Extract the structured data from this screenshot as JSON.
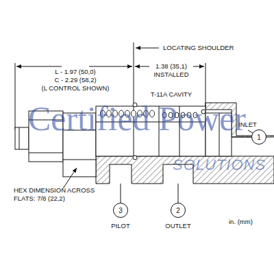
{
  "diagram": {
    "nodes": [
      {
        "text": [
          "1"
        ]
      },
      {
        "text": [
          "3"
        ]
      },
      {
        "text": [
          "2"
        ]
      }
    ],
    "labels": [
      "LOCATING SHOULDER",
      "L - 1.97 (50,0)",
      "C - 2.29 (58,2)",
      "(L CONTROL SHOWN)",
      "1.38 (35,1)",
      "INSTALLED",
      "T-11A CAVITY",
      "INLET",
      "HEX DIMENSION ACROSS FLATS: 7/8 (22,2)",
      "PILOT",
      "OUTLET",
      "in. (mm)",
      "Certified Power",
      "SOLUTIONS"
    ]
  }
}
